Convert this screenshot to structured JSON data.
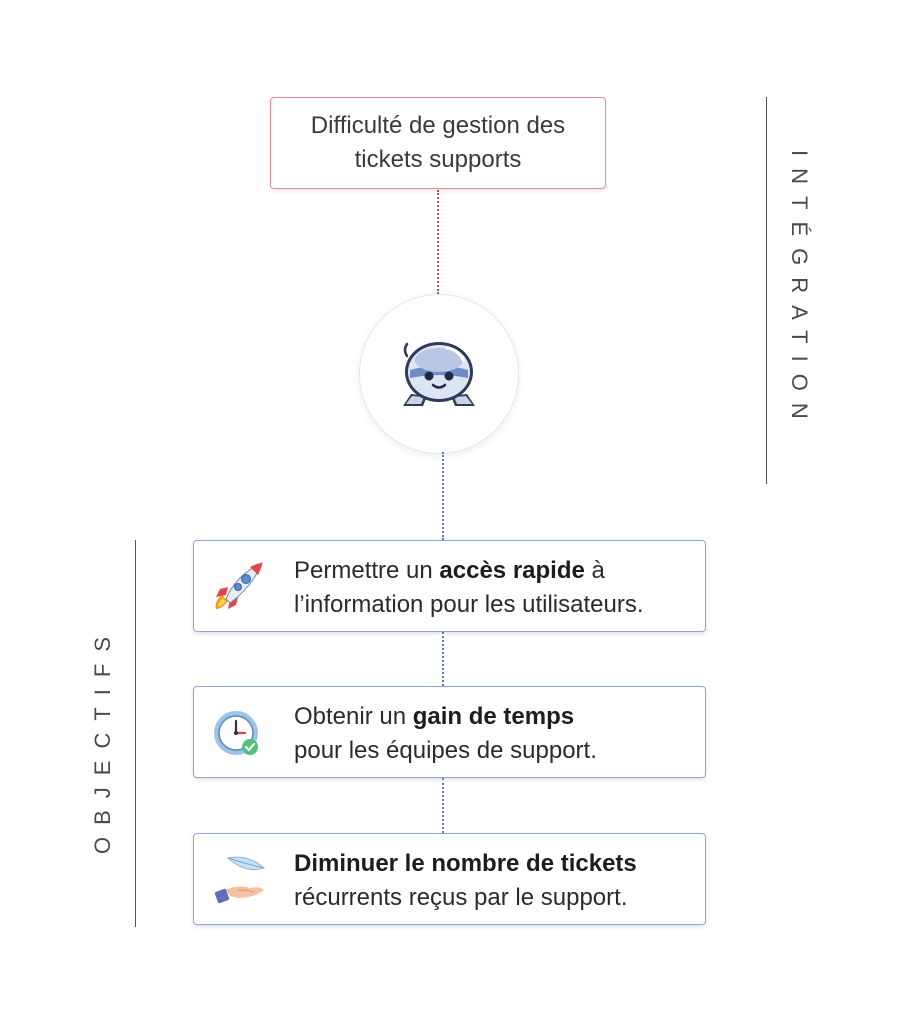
{
  "problem": {
    "text": "Difficulté de gestion des tickets supports"
  },
  "labels": {
    "integration": "INTÉGRATION",
    "objectifs": "OBJECTIFS"
  },
  "objectives": [
    {
      "icon": "rocket-icon",
      "line1_pre": "Permettre un ",
      "line1_bold": "accès rapide",
      "line1_post": " à",
      "line2": "l’information pour les utilisateurs."
    },
    {
      "icon": "clock-icon",
      "line1_pre": "Obtenir un ",
      "line1_bold": "gain de temps",
      "line1_post": "",
      "line2": "pour les équipes de support."
    },
    {
      "icon": "feather-hand-icon",
      "line1_pre": "",
      "line1_bold": "Diminuer le nombre de tickets",
      "line1_post": "",
      "line2": "récurrents reçus par le support."
    }
  ],
  "colors": {
    "problem_border": "#e88c91",
    "red_connector": "#d9434b",
    "blue_connector": "#5a7fbf",
    "card_border": "#8fa8d6"
  }
}
